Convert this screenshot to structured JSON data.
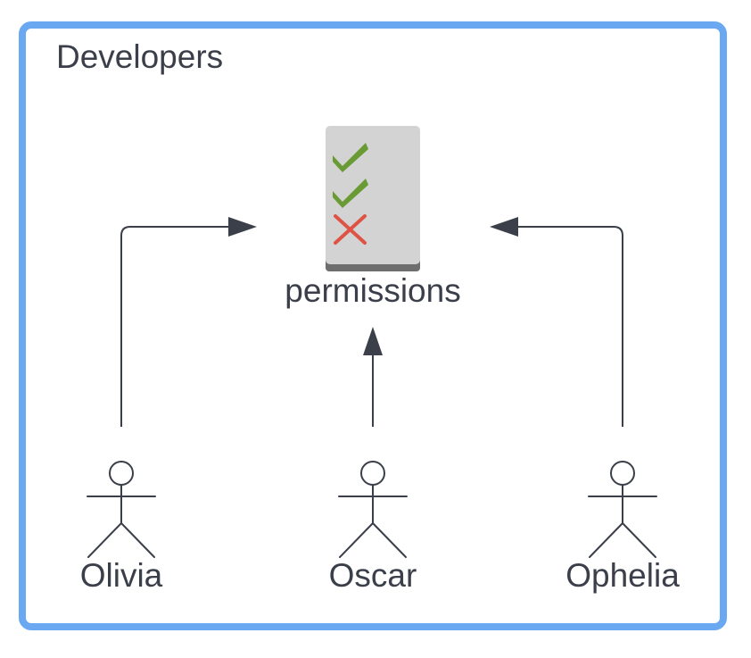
{
  "group": {
    "title": "Developers",
    "border_color": "#6aa9f1"
  },
  "resource": {
    "label": "permissions",
    "icon": "checklist-document-icon",
    "checklist": [
      {
        "state": "allowed",
        "icon": "checkmark-icon",
        "color": "#6a9a34"
      },
      {
        "state": "allowed",
        "icon": "checkmark-icon",
        "color": "#6a9a34"
      },
      {
        "state": "denied",
        "icon": "cross-icon",
        "color": "#df5344"
      }
    ]
  },
  "actors": [
    {
      "name": "Olivia",
      "icon": "stick-figure-icon"
    },
    {
      "name": "Oscar",
      "icon": "stick-figure-icon"
    },
    {
      "name": "Ophelia",
      "icon": "stick-figure-icon"
    }
  ]
}
